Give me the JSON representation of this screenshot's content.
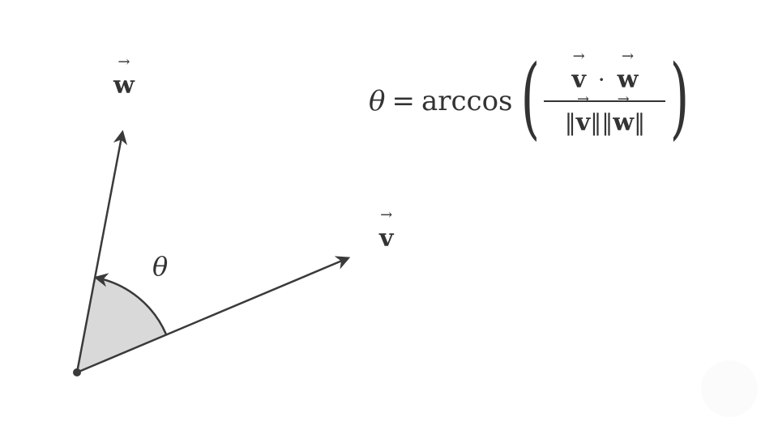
{
  "diagram": {
    "vector_v_label": "v",
    "vector_w_label": "w",
    "angle_label": "θ",
    "formula": {
      "lhs": "θ",
      "equals": "=",
      "function": "arccos",
      "left_paren": "(",
      "right_paren": ")",
      "numerator": [
        "v",
        "·",
        "w"
      ],
      "denominator": [
        "‖",
        "v",
        "‖‖",
        "w",
        "‖"
      ]
    },
    "colors": {
      "stroke": "#3a3a3a",
      "angle_fill": "#d9d9d9",
      "background": "#ffffff"
    }
  }
}
